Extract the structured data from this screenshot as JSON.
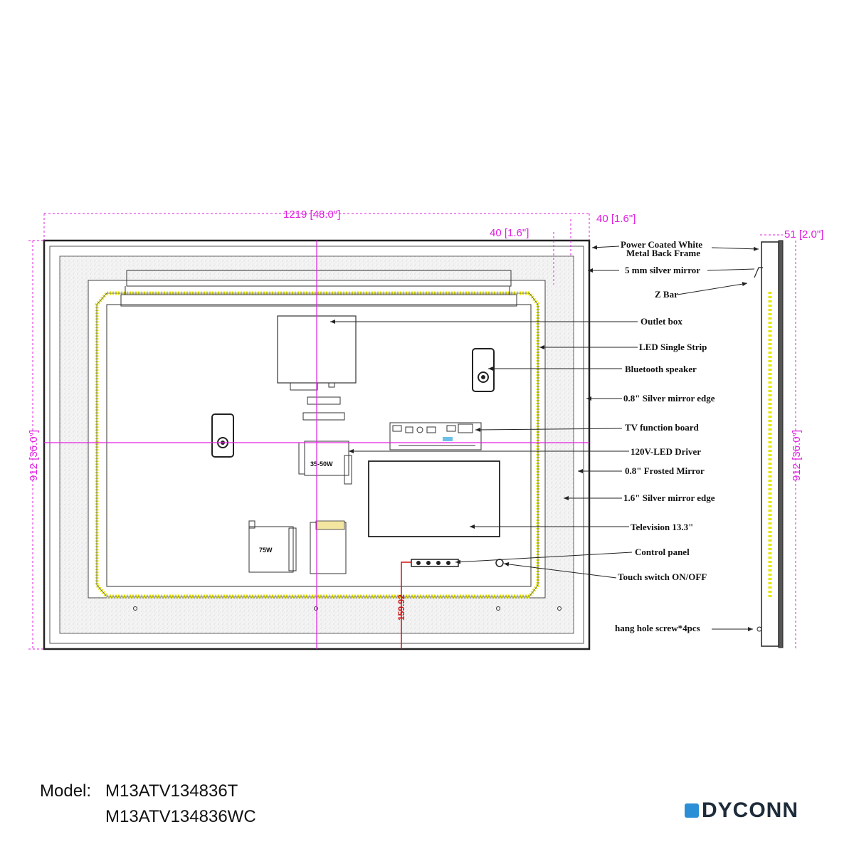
{
  "dimensions": {
    "width": "1219 [48.0\"]",
    "frame_inset": "40 [1.6\"]",
    "outer_inset": "40 [1.6\"]",
    "depth": "51 [2.0\"]",
    "height_front": "912 [36.0\"]",
    "height_side": "912 [36.0\"]",
    "control_offset": "159.92"
  },
  "callouts": [
    {
      "id": "back-frame",
      "text": "Power Coated White\nMetal Back Frame"
    },
    {
      "id": "silver-mirror",
      "text": "5 mm silver mirror"
    },
    {
      "id": "z-bar",
      "text": "Z Bar"
    },
    {
      "id": "outlet-box",
      "text": "Outlet box"
    },
    {
      "id": "led-strip",
      "text": "LED Single Strip"
    },
    {
      "id": "bt-speaker",
      "text": "Bluetooth speaker"
    },
    {
      "id": "mirror-edge-08",
      "text": "0.8\" Silver mirror edge"
    },
    {
      "id": "tv-board",
      "text": "TV function board"
    },
    {
      "id": "led-driver",
      "text": "120V-LED Driver"
    },
    {
      "id": "frosted",
      "text": "0.8\" Frosted Mirror"
    },
    {
      "id": "mirror-edge-16",
      "text": "1.6\" Silver mirror edge"
    },
    {
      "id": "television",
      "text": "Television 13.3\""
    },
    {
      "id": "control-panel",
      "text": "Control panel"
    },
    {
      "id": "touch-switch",
      "text": "Touch switch ON/OFF"
    },
    {
      "id": "hang-hole",
      "text": "hang hole screw*4pcs"
    }
  ],
  "components": {
    "driver_small": "35-50W",
    "driver_large": "75W"
  },
  "model": {
    "label": "Model:",
    "line1": "M13ATV134836T",
    "line2": "M13ATV134836WC"
  },
  "brand": "DYCONN",
  "colors": {
    "dimension": "#e020e0",
    "led": "#e6e600",
    "control_dim": "#d01010",
    "line": "#222222"
  }
}
